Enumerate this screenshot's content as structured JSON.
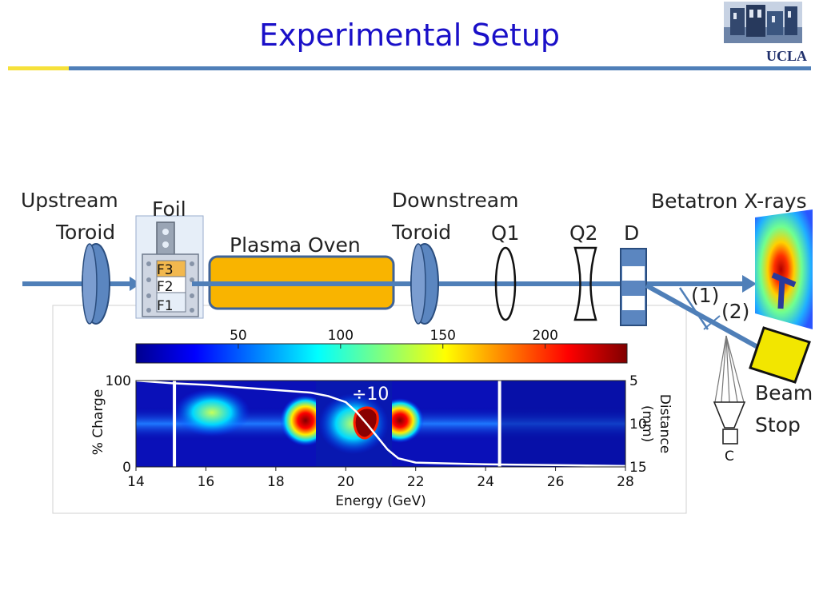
{
  "slide": {
    "title": "Experimental Setup",
    "logo_text": "UCLA"
  },
  "labels": {
    "upstream_toroid": [
      "Upstream",
      "Toroid"
    ],
    "foil": "Foil",
    "foil_layers": [
      "F3",
      "F2",
      "F1"
    ],
    "plasma_oven": "Plasma Oven",
    "downstream_toroid": [
      "Downstream",
      "Toroid"
    ],
    "q1": "Q1",
    "q2": "Q2",
    "dipole": "D",
    "betatron": "Betatron X-rays",
    "path_1": "(1)",
    "path_2": "(2)",
    "beam_stop": [
      "Beam",
      "Stop"
    ],
    "camera": "C"
  },
  "chart_data": {
    "type": "heatmap",
    "colorbar": {
      "ticks": [
        "50",
        "100",
        "150",
        "200"
      ],
      "range": [
        0,
        240
      ]
    },
    "x_axis": {
      "label": "Energy (GeV)",
      "ticks": [
        "14",
        "16",
        "18",
        "20",
        "22",
        "24",
        "26",
        "28"
      ],
      "range": [
        14,
        28
      ]
    },
    "y_left": {
      "label": "% Charge",
      "ticks": [
        "100",
        "0"
      ],
      "range": [
        0,
        100
      ]
    },
    "y_right": {
      "label": [
        "Distance",
        "(mm)"
      ],
      "ticks": [
        "5",
        "10",
        "15"
      ],
      "range": [
        5,
        15
      ]
    },
    "annotation": "÷10",
    "divide_region": [
      19.2,
      21.4
    ],
    "white_markers": [
      15.1,
      24.4
    ],
    "cumulative_charge": {
      "x": [
        14,
        15,
        16,
        17,
        18,
        19,
        19.5,
        20,
        20.3,
        20.6,
        20.9,
        21.2,
        21.5,
        22,
        23,
        24,
        26,
        28
      ],
      "y": [
        100,
        97,
        95,
        92,
        89,
        86,
        82,
        75,
        64,
        50,
        35,
        20,
        10,
        5,
        4,
        3,
        2,
        1
      ]
    }
  },
  "colors": {
    "title": "#1a10c8",
    "beam": "#4f7fb8",
    "component_fill": "#5b86c0",
    "component_stroke": "#2a4d7e",
    "oven": "#f9b400",
    "beam_stop": "#f2e600",
    "rule_yellow": "#f6e13a",
    "rule_blue": "#4f7fb8"
  }
}
